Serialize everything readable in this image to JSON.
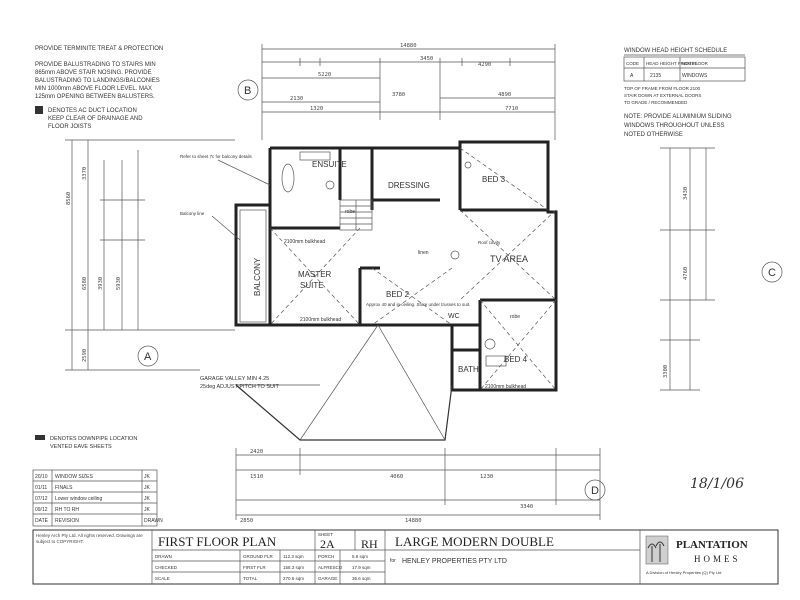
{
  "notes": {
    "heading": "PROVIDE TERMINITE TREAT & PROTECTION",
    "lines": [
      "PROVIDE BALUSTRADING TO STAIRS MIN",
      "865mm ABOVE STAIR NOSING. PROVIDE",
      "BALUSTRADING TO LANDINGS/BALCONIES",
      "MIN 1000mm ABOVE FLOOR LEVEL. MAX",
      "125mm OPENING BETWEEN BALUSTERS."
    ],
    "ac_duct": [
      "DENOTES AC DUCT LOCATION",
      "KEEP CLEAR OF DRAINAGE AND",
      "FLOOR JOISTS"
    ],
    "downpipe": [
      "DENOTES DOWNPIPE LOCATION",
      "VENTED EAVE SHEETS"
    ]
  },
  "window_schedule": {
    "title": "WINDOW HEAD HEIGHT SCHEDULE",
    "headers": [
      "CODE",
      "HEAD HEIGHT FROM FLOOR",
      "NOTES"
    ],
    "row": [
      "A",
      "2135",
      "WINDOWS"
    ],
    "extra": [
      "TOP OF FRAME FROM FLOOR 2100",
      "STAIR DOWN AT EXTERNAL DOORS",
      "TO GRADE / RECOMMENDED"
    ],
    "note": [
      "NOTE: PROVIDE ALUMINIUM SLIDING",
      "WINDOWS THROUGHOUT UNLESS",
      "NOTED OTHERWISE"
    ]
  },
  "rooms": {
    "ensuite": "ENSUITE",
    "dressing": "DRESSING",
    "bed3": "BED 3",
    "balcony": "BALCONY",
    "master": "MASTER",
    "suite": "SUITE",
    "bed2": "BED 2",
    "tv": "TV AREA",
    "bed4": "BED 4",
    "bath": "BATH",
    "wc": "WC"
  },
  "annotations": {
    "bulkhead_1": "2100mm bulkhead",
    "bulkhead_2": "2100mm bulkhead",
    "bulkhead_3": "2100mm bulkhead",
    "robe_1": "robe",
    "robe_2": "robe",
    "linen": "linen",
    "garage_valley": "GARAGE VALLEY MIN 4.25",
    "garage_roof": "25deg ADJUST PITCH TO SUIT",
    "bed2_note": "Approx 40 and in ceiling. Store under trusses to suit.",
    "refer": "Refer to sheet 7c for balcony details",
    "roof_cavity": "Roof cavity",
    "balcony_note": "Balcony line"
  },
  "dimensions": {
    "top_overall": "14880",
    "top_a": "5220",
    "top_b": "3450",
    "top_c": "4290",
    "top_d": "4890",
    "top_e": "7710",
    "top_f": "2130",
    "top_g": "1320",
    "top_h": "3780",
    "left_overall": "8560",
    "left_a": "3370",
    "left_b": "3930",
    "left_c": "5930",
    "left_d": "6580",
    "left_e": "2590",
    "right_a": "3430",
    "right_b": "4760",
    "right_c": "3300",
    "bottom_overall": "14880",
    "bottom_a": "4060",
    "bottom_b": "2420",
    "bottom_c": "1230",
    "bottom_d": "2850",
    "bottom_e": "3340",
    "bottom_f": "1510"
  },
  "grid_markers": {
    "a": "A",
    "b": "B",
    "c": "C",
    "d": "D"
  },
  "signature": "18/1/06",
  "revisions": {
    "rows": [
      [
        "20/10",
        "WINDOW SIZES",
        "JK"
      ],
      [
        "01/11",
        "FINALS",
        "JK"
      ],
      [
        "07/12",
        "Lower window ceiling",
        "JK"
      ],
      [
        "09/12",
        "RH TO RH",
        "JK"
      ]
    ],
    "footer": [
      "DATE",
      "REVISION",
      "DRAWN"
    ]
  },
  "title_block": {
    "copyright": "Henley Arch Pty Ltd. All rights reserved. Drawings are subject to COPYRIGHT.",
    "drawing_title": "FIRST FLOOR PLAN",
    "sheet_label": "SHEET",
    "sheet_no": "2A",
    "hand": "RH",
    "project": "LARGE MODERN DOUBLE",
    "for_label": "for",
    "client": "HENLEY PROPERTIES PTY LTD",
    "drawn_label": "DRAWN",
    "checked_label": "CHECKED",
    "scale_label": "SCALE",
    "area_1": "GROUND FLR",
    "area_2": "FIRST FLR",
    "area_3": "TOTAL",
    "area_v1": "112.3 sqm",
    "area_v2": "158.3 sqm",
    "area_v3": "270.6 sqm",
    "porch": "PORCH",
    "porch_v": "5.6 sqm",
    "alfresco": "ALFRESCO",
    "alfresco_v": "17.9 sqm",
    "garage": "GARAGE",
    "garage_v": "36.6 sqm"
  },
  "logo": {
    "brand": "PLANTATION",
    "sub": "HOMES",
    "tag": "A Division of Henley Properties (Q) Pty Ltd"
  }
}
